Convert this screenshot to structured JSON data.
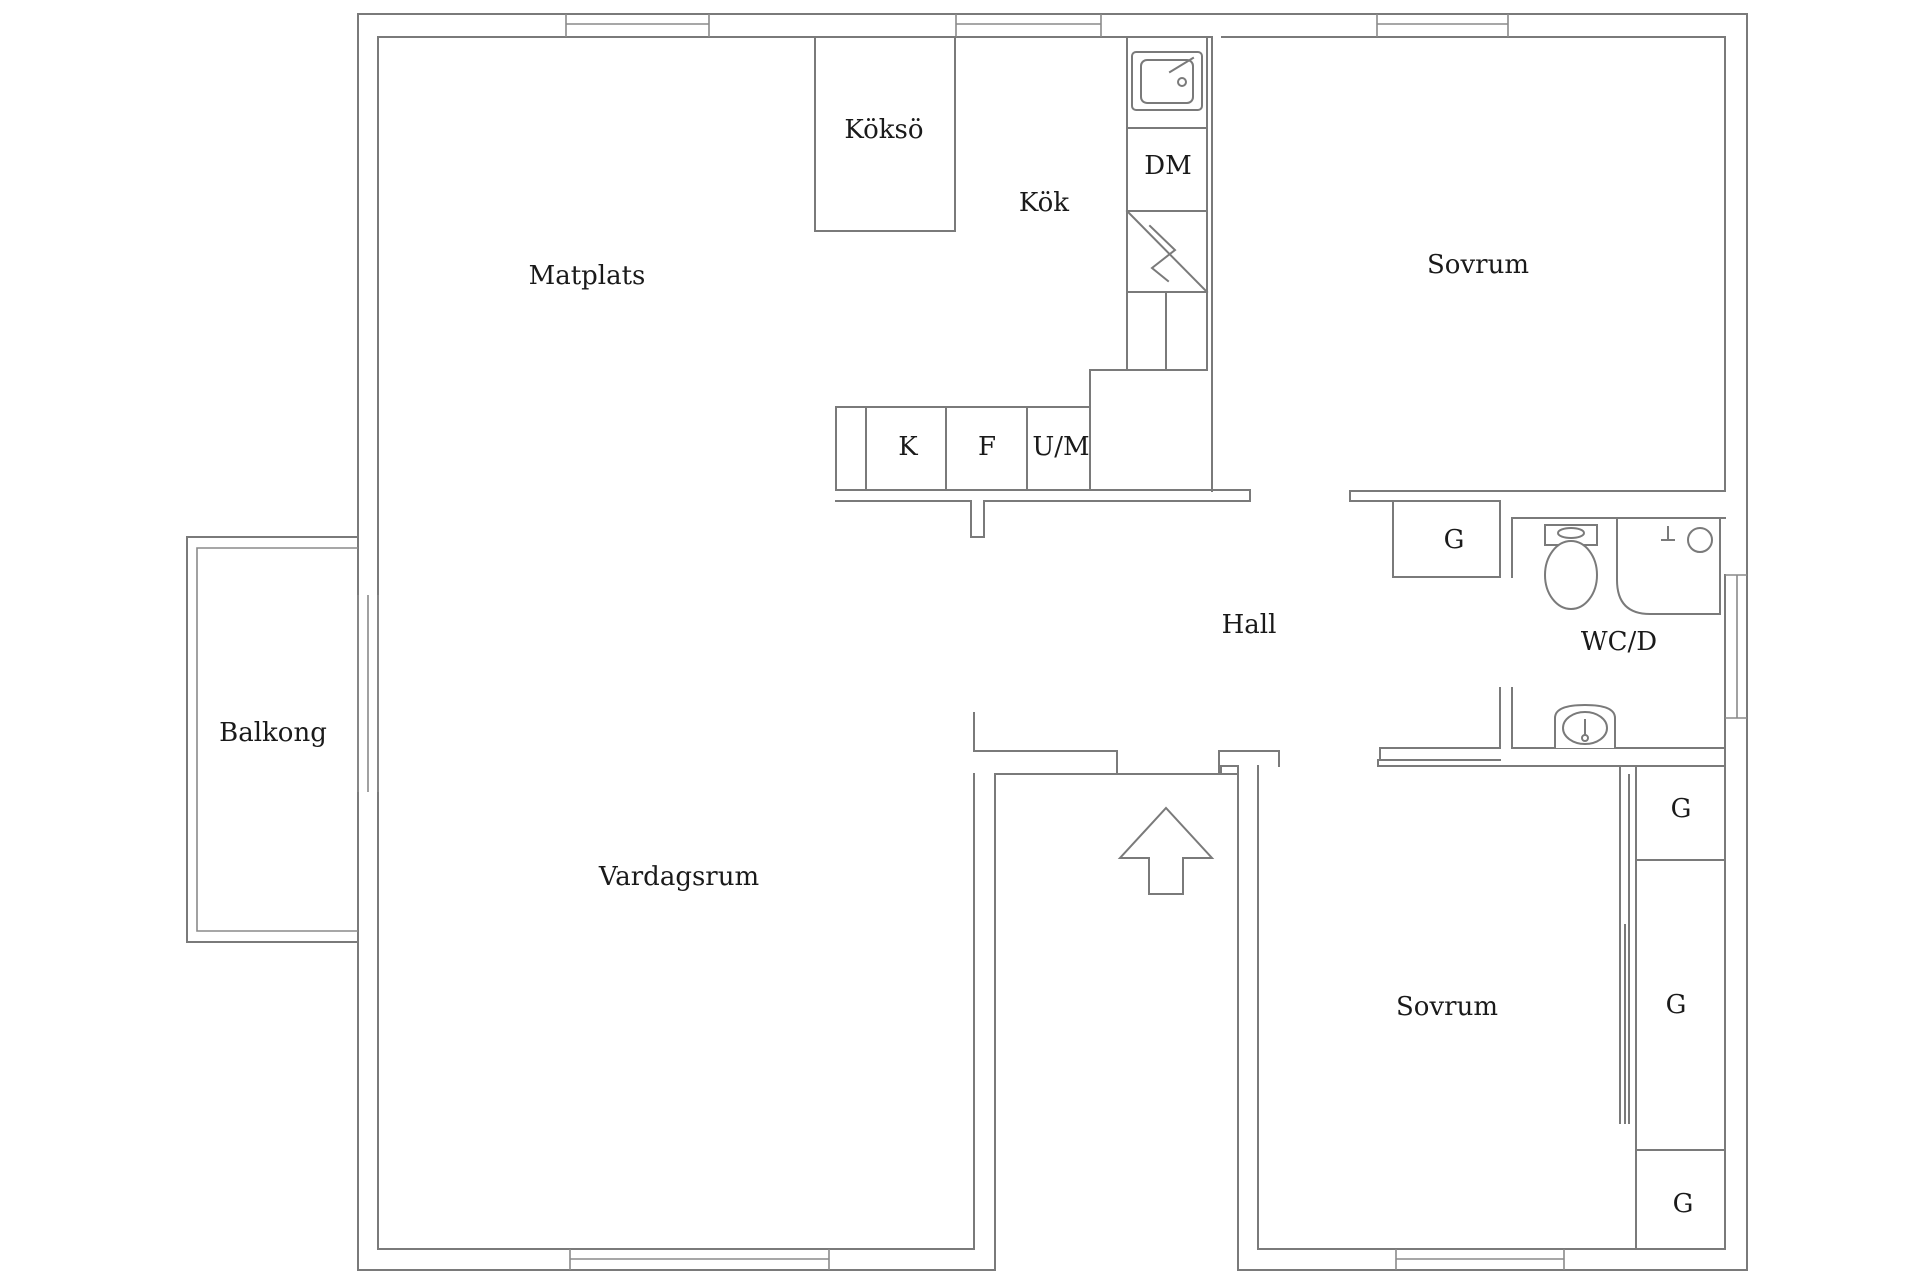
{
  "rooms": {
    "koksö": "Köksö",
    "kok": "Kök",
    "dm": "DM",
    "matplats": "Matplats",
    "sovrum_top": "Sovrum",
    "k": "K",
    "f": "F",
    "um": "U/M",
    "g_hall": "G",
    "hall": "Hall",
    "wcd": "WC/D",
    "balkong": "Balkong",
    "vardagsrum": "Vardagsrum",
    "sovrum_bottom": "Sovrum",
    "g1": "G",
    "g2": "G",
    "g3": "G"
  },
  "colors": {
    "wall": "#7a7a7a",
    "label": "#1a1a1a",
    "background": "#ffffff"
  }
}
